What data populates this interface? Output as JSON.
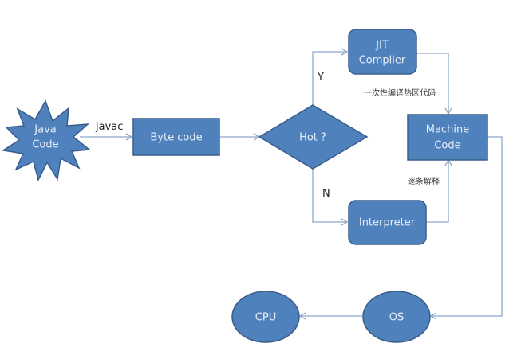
{
  "colors": {
    "node_fill": "#4f81bd",
    "node_stroke": "#385d8a",
    "node_text": "#e8eef8",
    "edge": "#8fa7c9"
  },
  "nodes": {
    "java_code": {
      "line1": "Java",
      "line2": "Code",
      "shape": "starburst"
    },
    "byte_code": {
      "label": "Byte code",
      "shape": "rectangle"
    },
    "hot": {
      "label": "Hot ?",
      "shape": "diamond"
    },
    "jit": {
      "line1": "JIT",
      "line2": "Compiler",
      "shape": "rounded-rectangle"
    },
    "interpreter": {
      "label": "Interpreter",
      "shape": "rounded-rectangle"
    },
    "machine_code": {
      "line1": "Machine",
      "line2": "Code",
      "shape": "rectangle"
    },
    "os": {
      "label": "OS",
      "shape": "ellipse"
    },
    "cpu": {
      "label": "CPU",
      "shape": "ellipse"
    }
  },
  "edges": [
    {
      "from": "java_code",
      "to": "byte_code",
      "label": "javac"
    },
    {
      "from": "byte_code",
      "to": "hot",
      "label": ""
    },
    {
      "from": "hot",
      "to": "jit",
      "label": "Y"
    },
    {
      "from": "hot",
      "to": "interpreter",
      "label": "N"
    },
    {
      "from": "jit",
      "to": "machine_code",
      "label": "一次性编译热区代码"
    },
    {
      "from": "interpreter",
      "to": "machine_code",
      "label": "逐条解释"
    },
    {
      "from": "machine_code",
      "to": "os",
      "label": ""
    },
    {
      "from": "os",
      "to": "cpu",
      "label": ""
    }
  ],
  "edge_labels": {
    "javac": "javac",
    "yes": "Y",
    "no": "N",
    "jit_note": "一次性编译热区代码",
    "interp_note": "逐条解释"
  }
}
